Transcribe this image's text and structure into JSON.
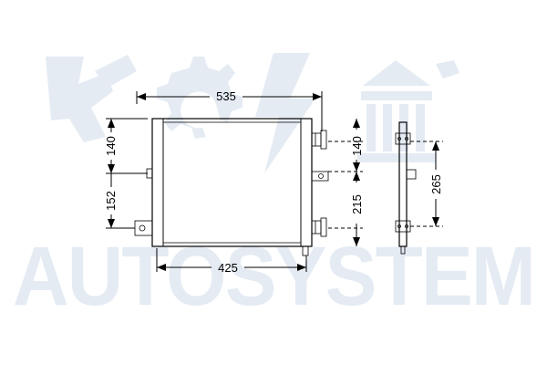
{
  "watermark": {
    "text": "AUTOSYSTEM",
    "color": "#e4ebf3"
  },
  "dimensions": {
    "top_width": "535",
    "bottom_width": "425",
    "left_upper": "140",
    "left_lower": "152",
    "right_upper": "140",
    "right_lower": "215",
    "side_height": "265"
  }
}
